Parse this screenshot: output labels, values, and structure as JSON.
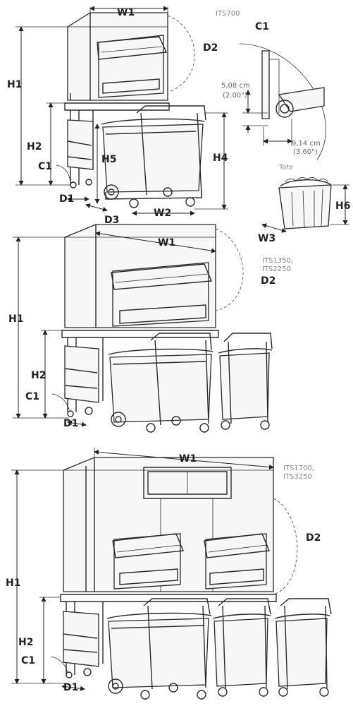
{
  "labels": {
    "w1": "W1",
    "h1": "H1",
    "h2": "H2",
    "h4": "H4",
    "h5": "H5",
    "h6": "H6",
    "c1": "C1",
    "d1": "D1",
    "d2": "D2",
    "d3": "D3",
    "w2": "W2",
    "w3": "W3"
  },
  "models": {
    "top": "ITS700",
    "mid_1": "ITS1350,",
    "mid_2": "ITS2250",
    "bottom_1": "ITS1700,",
    "bottom_2": "ITS3250"
  },
  "detail": {
    "title": "C1",
    "vert_metric": "5,08 cm",
    "vert_imperial": "(2.00\")",
    "horiz_metric": "9,14 cm",
    "horiz_imperial": "(3.60\")"
  },
  "tote": {
    "title": "Tote"
  }
}
